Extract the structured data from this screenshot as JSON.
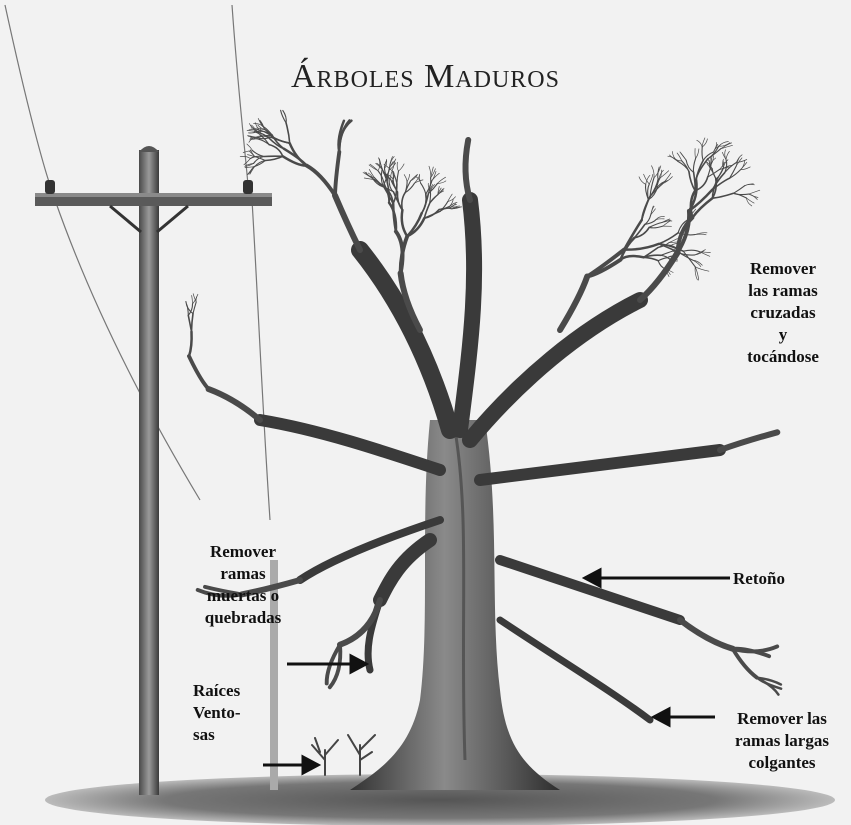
{
  "title": "Árboles Maduros",
  "labels": {
    "crossing": [
      "Remover",
      "las ramas",
      "cruzadas",
      "y",
      "tocándose"
    ],
    "dead": [
      "Remover",
      "ramas",
      "muertas o",
      "quebradas"
    ],
    "sprout": [
      "Retoño"
    ],
    "roots": [
      "Raíces",
      "Vento-",
      "sas"
    ],
    "hanging": [
      "Remover las",
      "ramas largas",
      "colgantes"
    ]
  }
}
